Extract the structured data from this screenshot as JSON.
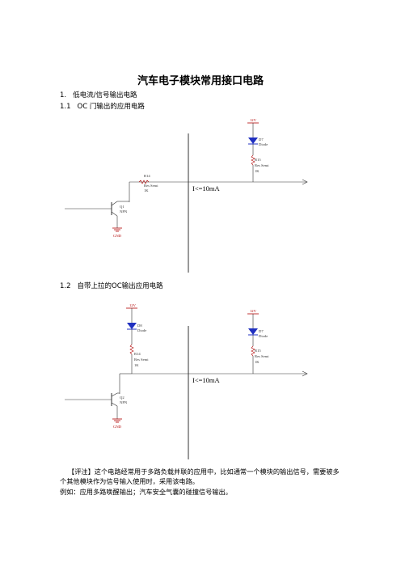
{
  "doc": {
    "title": "汽车电子模块常用接口电路",
    "section1": {
      "num": "1.",
      "text": "低电流/信号输出电路"
    },
    "section11": {
      "num": "1.1",
      "text": "OC 门输出的应用电路"
    },
    "section12": {
      "num": "1.2",
      "text": "自带上拉的OC输出应用电路"
    },
    "note": "【评注】这个电路经常用于多路负载并联的应用中，比如通常一个模块的输出信号，需要被多个其他模块作为信号输入使用时，采用该电路。",
    "example": "例如：应用多路唤醒输出；汽车安全气囊的碰撞信号输出。"
  },
  "circuit1": {
    "vcc": "12V",
    "diode_ref": "D7",
    "diode_val": "Diode",
    "rpull_ref": "R15",
    "rpull_val": "Res Semi",
    "rpull_ohm": "1K",
    "rbase_ref": "R14",
    "rbase_val": "Res Semi",
    "rbase_ohm": "1K",
    "q_ref": "Q1",
    "q_type": "NPN",
    "gnd": "GND",
    "current": "I<=10mA"
  },
  "circuit2": {
    "vcc_left": "12V",
    "diode_left_ref": "D8",
    "diode_left_val": "Diode",
    "r_left_ref": "R14",
    "r_left_val": "Res Semi",
    "r_left_ohm": "1K",
    "vcc_right": "12V",
    "diode_right_ref": "D7",
    "diode_right_val": "Diode",
    "r_right_ref": "R15",
    "r_right_val": "Res Semi",
    "r_right_ohm": "1K",
    "q_ref": "Q2",
    "q_type": "NPN",
    "gnd": "GND",
    "current": "I<=10mA"
  }
}
